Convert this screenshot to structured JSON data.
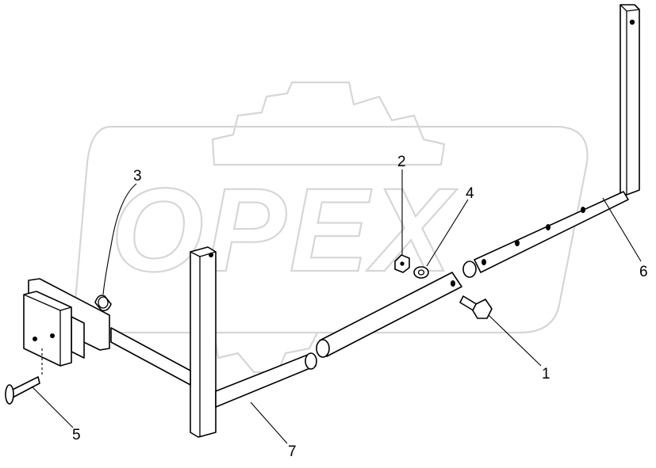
{
  "watermark": {
    "text": "OPEX"
  },
  "callouts": [
    {
      "id": "1",
      "label": "1"
    },
    {
      "id": "2",
      "label": "2"
    },
    {
      "id": "3",
      "label": "3"
    },
    {
      "id": "4",
      "label": "4"
    },
    {
      "id": "5",
      "label": "5"
    },
    {
      "id": "6",
      "label": "6"
    },
    {
      "id": "7",
      "label": "7"
    }
  ]
}
